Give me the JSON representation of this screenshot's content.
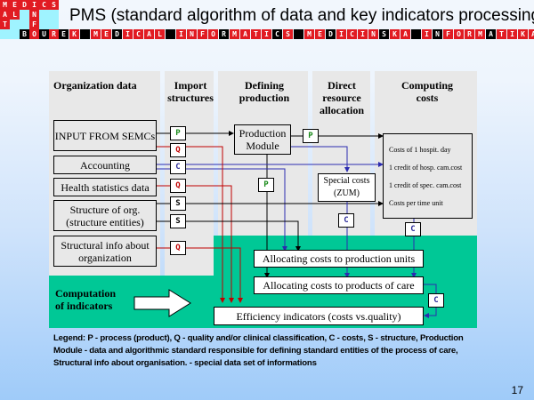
{
  "logo": {
    "grid": [
      [
        "M",
        "E",
        "D",
        "I",
        "C",
        "S"
      ],
      [
        "A",
        "L",
        "",
        "N",
        "",
        ""
      ],
      [
        "T",
        "",
        "",
        "F",
        "",
        ""
      ],
      [
        "",
        "",
        "B",
        "O",
        "U",
        "R"
      ]
    ],
    "strip_text": "EK MEDICAL INFORMATICS MEDICINSKA INFORMATIKA"
  },
  "title": "PMS (standard algorithm of data and key indicators processing)",
  "columns": [
    {
      "label": "Organization data"
    },
    {
      "label": "Import structures"
    },
    {
      "label": "Defining production"
    },
    {
      "label": "Direct resource allocation"
    },
    {
      "label": "Computing costs"
    }
  ],
  "org_boxes": [
    "INPUT FROM SEMCs",
    "Accounting",
    "Health statistics data",
    "Structure of org. (structure entities)",
    "Structural info about organization"
  ],
  "tags": {
    "p1": "P",
    "q1": "Q",
    "c1": "C",
    "q2": "Q",
    "s1": "S",
    "s2": "S",
    "q3": "Q",
    "p2": "P",
    "p3": "P",
    "c2": "C",
    "c3": "C",
    "c4": "C"
  },
  "production_module": "Production Module",
  "special_costs": "Special costs (ZUM)",
  "computing_costs_items": [
    "Costs of 1 hospit. day",
    "1 credit of hosp. cam.cost",
    "1 credit of spec. cam.cost",
    "Costs per time unit"
  ],
  "alloc_units": "Allocating costs to production units",
  "alloc_products": "Allocating costs to products of care",
  "efficiency": "Efficiency indicators (costs vs.quality)",
  "computation_label": "Computation of indicators",
  "legend": "Legend: P - process (product), Q - quality and/or clinical  classification, C - costs, S - structure, Production Module - data and algorithmic standard  responsible for defining standard entities  of the process of care, Structural info about organisation. - special data set of informations",
  "page_number": "17",
  "colors": {
    "red": "#c00000",
    "blue": "#2b2b9a",
    "green": "#00c896",
    "panel": "#e8e8e8"
  }
}
